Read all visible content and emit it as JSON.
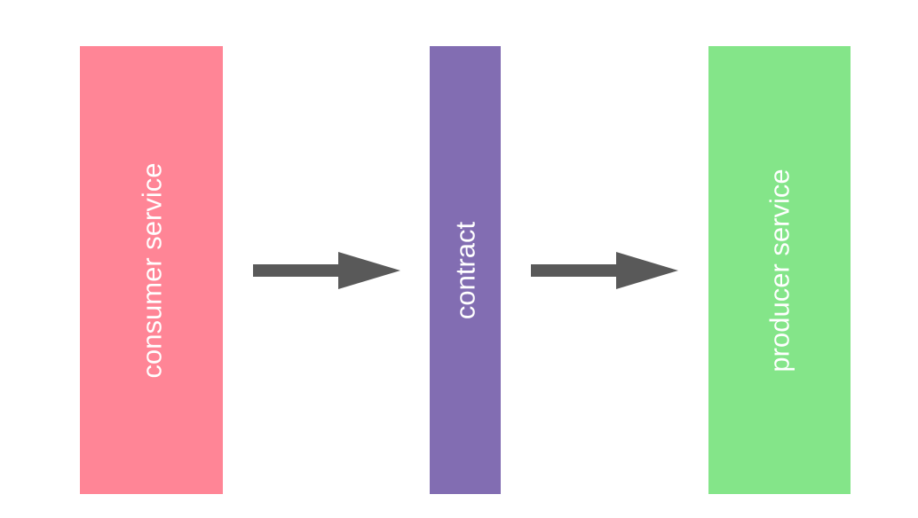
{
  "blocks": [
    {
      "id": "consumer",
      "label": "consumer service",
      "color": "#ff8596"
    },
    {
      "id": "contract",
      "label": "contract",
      "color": "#826db2"
    },
    {
      "id": "producer",
      "label": "producer service",
      "color": "#84e589"
    }
  ],
  "arrow_color": "#595959"
}
